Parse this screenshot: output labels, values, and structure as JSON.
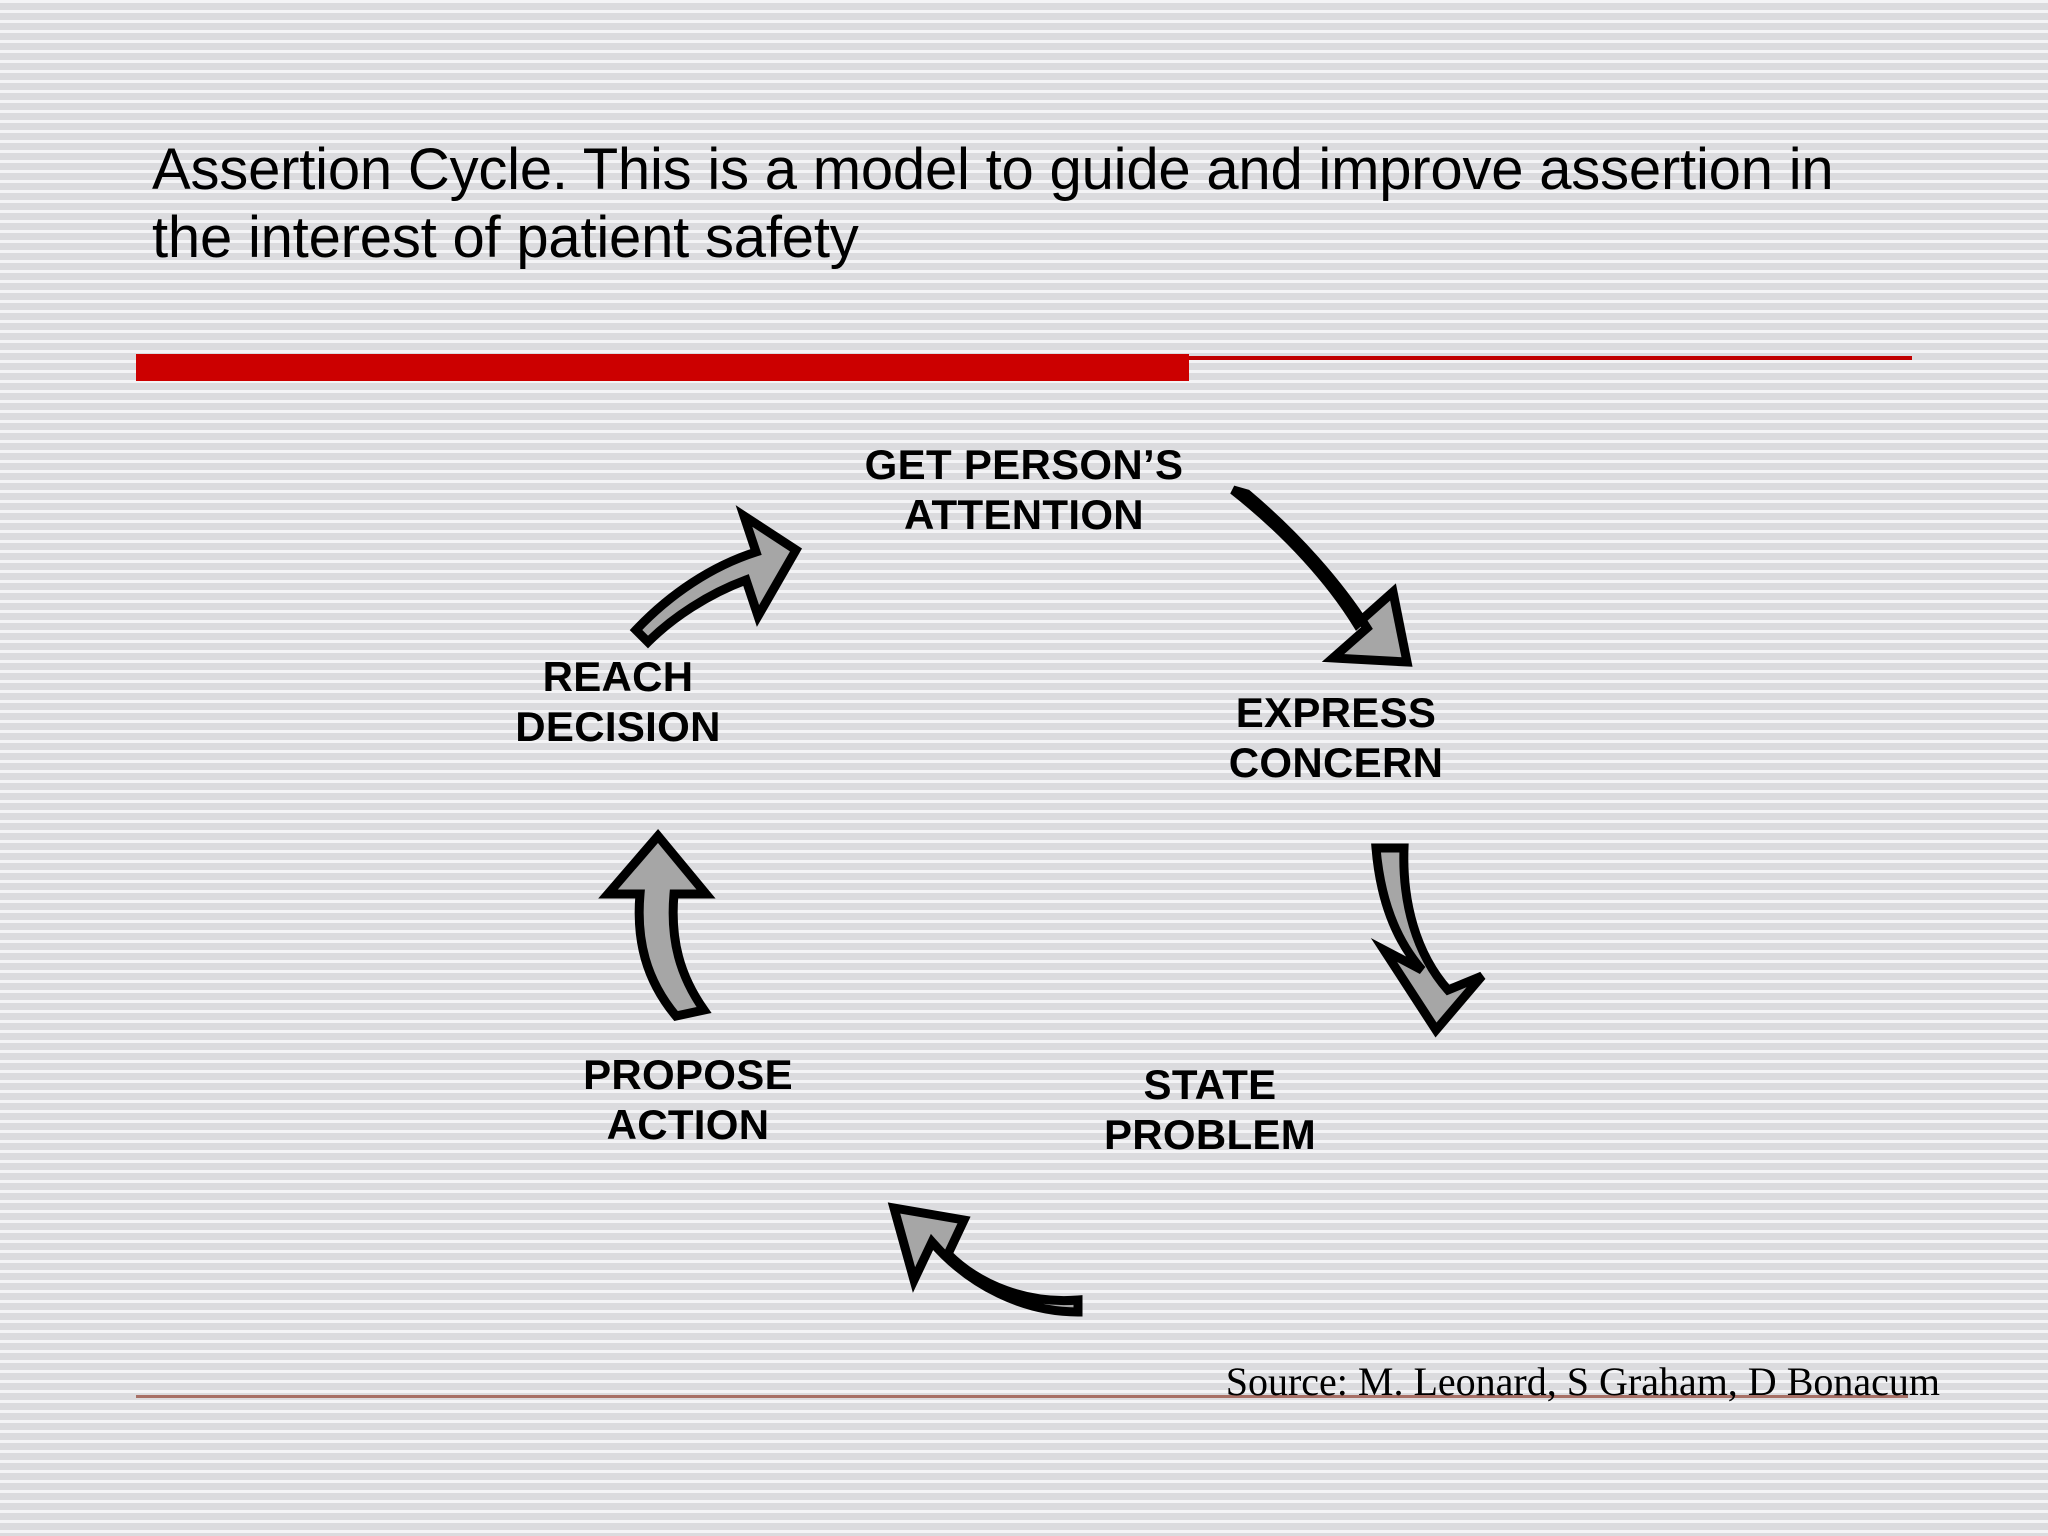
{
  "slide": {
    "title": "Assertion Cycle. This is a model to guide and improve assertion in the interest of patient safety",
    "accent_color": "#cc0000",
    "divider_thin_color": "#c00000",
    "background_color": "#dddde0",
    "arrow_fill_color": "#a6a6a6",
    "arrow_outline_color": "#000000",
    "text_color": "#000000",
    "footer_rule_color": "#9e5d51"
  },
  "diagram": {
    "type": "cycle",
    "direction": "clockwise",
    "stage_count": 5,
    "stages": [
      {
        "label": "GET PERSON’S\nATTENTION",
        "position": "top"
      },
      {
        "label": "EXPRESS\nCONCERN",
        "position": "upper-right"
      },
      {
        "label": "STATE\nPROBLEM",
        "position": "lower-right"
      },
      {
        "label": "PROPOSE\nACTION",
        "position": "lower-left"
      },
      {
        "label": "REACH\nDECISION",
        "position": "upper-left"
      }
    ],
    "arrows": [
      {
        "name": "arrow-attention-to-concern",
        "from": "GET PERSON’S ATTENTION",
        "to": "EXPRESS CONCERN",
        "direction": "down-right"
      },
      {
        "name": "arrow-concern-to-problem",
        "from": "EXPRESS CONCERN",
        "to": "STATE PROBLEM",
        "direction": "down-left"
      },
      {
        "name": "arrow-problem-to-propose",
        "from": "STATE PROBLEM",
        "to": "PROPOSE ACTION",
        "direction": "up-left"
      },
      {
        "name": "arrow-propose-to-decision",
        "from": "PROPOSE ACTION",
        "to": "REACH DECISION",
        "direction": "up"
      },
      {
        "name": "arrow-decision-to-attention",
        "from": "REACH DECISION",
        "to": "GET PERSON’S ATTENTION",
        "direction": "up-right"
      }
    ]
  },
  "footer": {
    "source": "Source: M. Leonard, S Graham, D Bonacum"
  }
}
